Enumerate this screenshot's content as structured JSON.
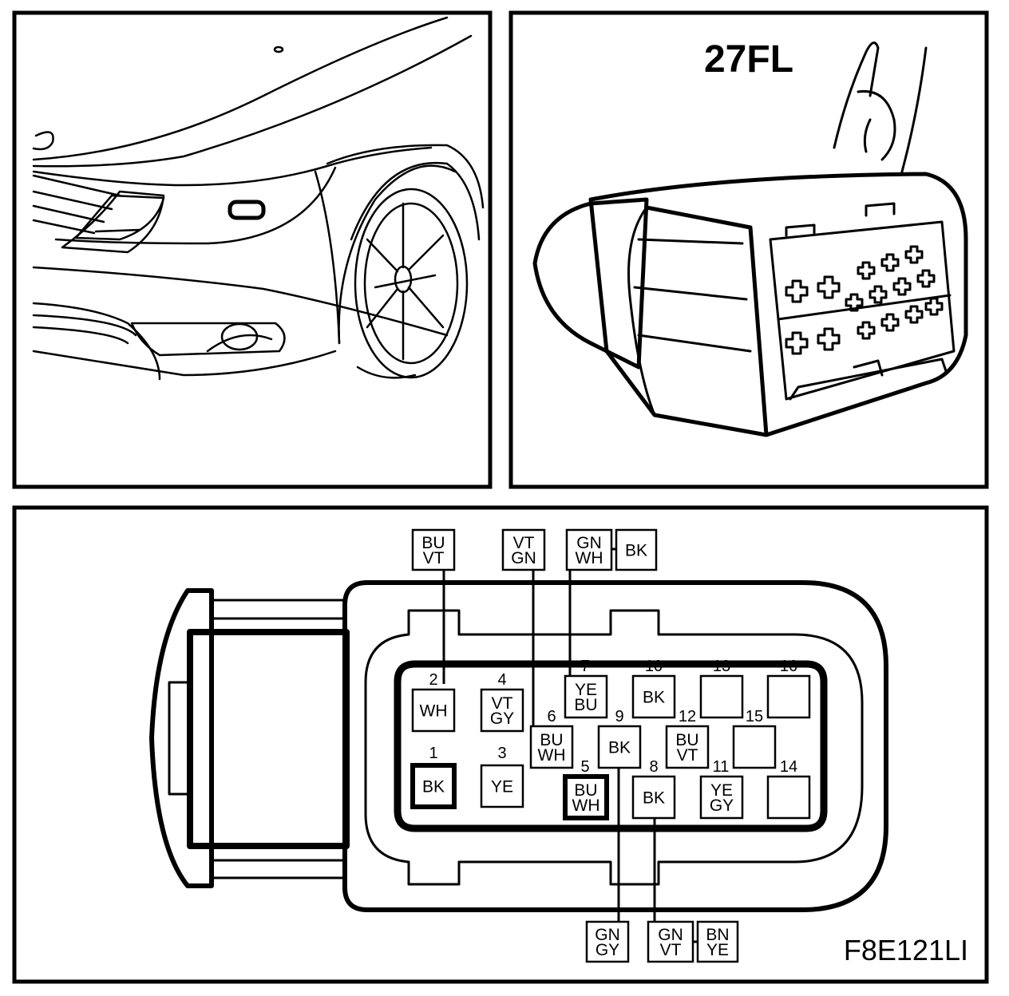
{
  "connector_label": "27FL",
  "figure_code": "F8E121LI",
  "pins": [
    {
      "num": "1",
      "wire": [
        "BK"
      ],
      "thick": true
    },
    {
      "num": "2",
      "wire": [
        "WH"
      ],
      "thick": false
    },
    {
      "num": "3",
      "wire": [
        "YE"
      ],
      "thick": false
    },
    {
      "num": "4",
      "wire": [
        "VT",
        "GY"
      ],
      "thick": false
    },
    {
      "num": "5",
      "wire": [
        "BU",
        "WH"
      ],
      "thick": true
    },
    {
      "num": "6",
      "wire": [
        "BU",
        "WH"
      ],
      "thick": false
    },
    {
      "num": "7",
      "wire": [
        "YE",
        "BU"
      ],
      "thick": false
    },
    {
      "num": "8",
      "wire": [
        "BK"
      ],
      "thick": false
    },
    {
      "num": "9",
      "wire": [
        "BK"
      ],
      "thick": false
    },
    {
      "num": "10",
      "wire": [
        "BK"
      ],
      "thick": false
    },
    {
      "num": "11",
      "wire": [
        "YE",
        "GY"
      ],
      "thick": false
    },
    {
      "num": "12",
      "wire": [
        "BU",
        "VT"
      ],
      "thick": false
    },
    {
      "num": "13",
      "wire": [],
      "thick": false
    },
    {
      "num": "14",
      "wire": [],
      "thick": false
    },
    {
      "num": "15",
      "wire": [],
      "thick": false
    },
    {
      "num": "16",
      "wire": [],
      "thick": false
    }
  ],
  "external_wires": [
    {
      "id": "pin2-ext",
      "wire": [
        "BU",
        "VT"
      ]
    },
    {
      "id": "pin6-ext",
      "wire": [
        "VT",
        "GN"
      ]
    },
    {
      "id": "pin7-ext",
      "wire": [
        "GN",
        "WH"
      ]
    },
    {
      "id": "pin7-ext-2",
      "wire": [
        "BK"
      ]
    },
    {
      "id": "pin9-ext",
      "wire": [
        "GN",
        "GY"
      ]
    },
    {
      "id": "pin8-ext",
      "wire": [
        "GN",
        "VT"
      ]
    },
    {
      "id": "pin8-ext-2",
      "wire": [
        "BN",
        "YE"
      ]
    }
  ]
}
